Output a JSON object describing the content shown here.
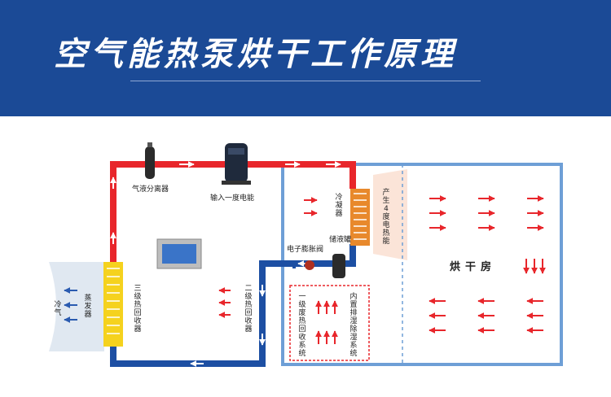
{
  "header": {
    "title": "空气能热泵烘干工作原理"
  },
  "labels": {
    "separator": "气液分离器",
    "compressor": "输入一度电能",
    "condenser": "冷凝器",
    "produce": "产生4度电热能",
    "receiver": "储液罐",
    "expansion": "电子膨胀阀",
    "drying_room": "烘干房",
    "heat_recovery_3": "三级热回收器",
    "heat_recovery_2": "二级热回收器",
    "evaporator": "蒸发器",
    "cold_air": "冷气",
    "stage1": "一级废热回收系统",
    "built_in": "内置排湿除湿系统"
  },
  "colors": {
    "header_bg": "#1b4a96",
    "pipe_hot": "#e8262b",
    "pipe_cold": "#1d4fa3",
    "room_border": "#6e9fd6",
    "coil_orange": "#e8892c",
    "coil_yellow": "#f5d21e"
  }
}
